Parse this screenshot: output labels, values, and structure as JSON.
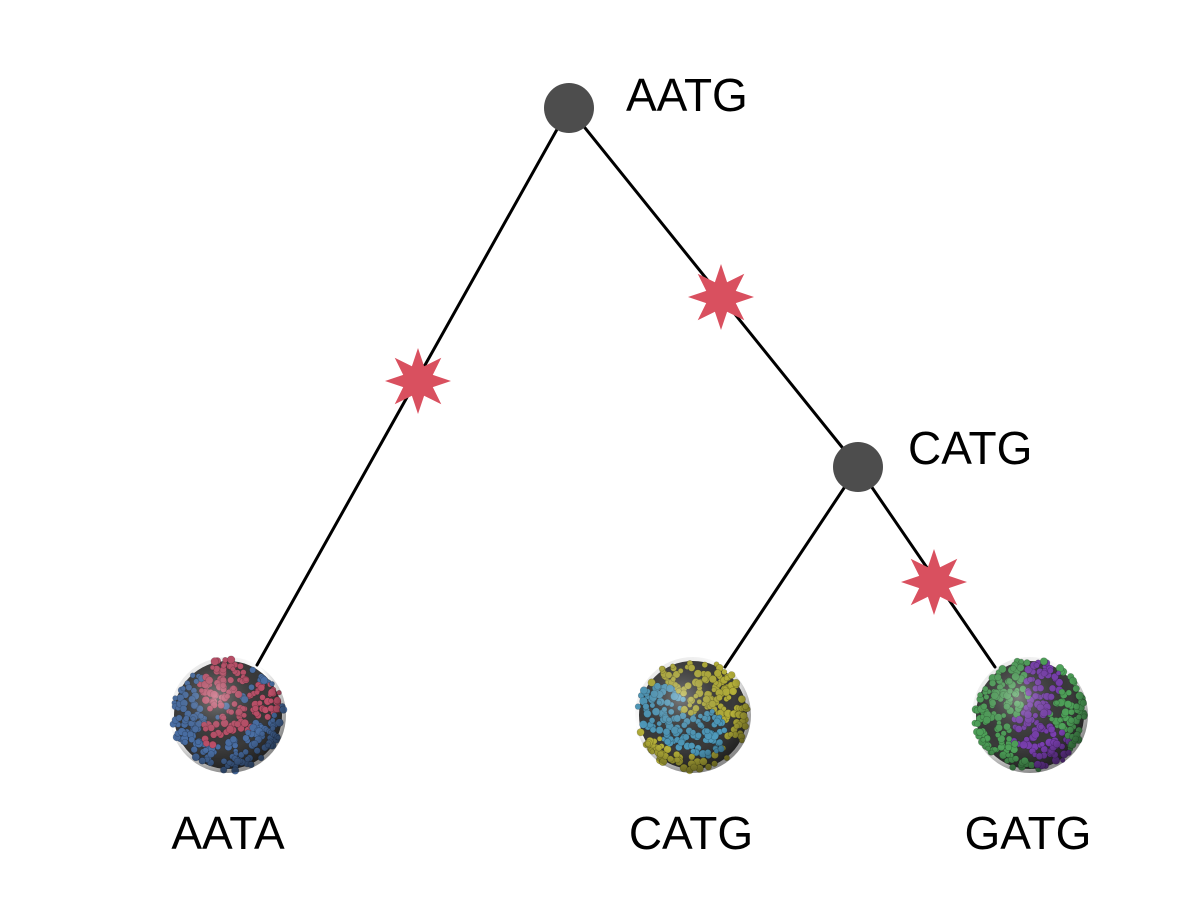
{
  "tree": {
    "root": {
      "label": "AATG",
      "children": [
        {
          "label": "AATA",
          "mutation": true,
          "virus_colors": {
            "base": "#4a6fa5",
            "accent": "#c0506a"
          }
        },
        {
          "label": "CATG",
          "mutation": true,
          "children": [
            {
              "label": "CATG",
              "mutation": false,
              "virus_colors": {
                "base": "#b5b03a",
                "accent": "#4f9bbd"
              }
            },
            {
              "label": "GATG",
              "mutation": true,
              "virus_colors": {
                "base": "#4fa35a",
                "accent": "#7a3fb0"
              }
            }
          ]
        }
      ]
    }
  },
  "colors": {
    "node": "#4d4d4d",
    "edge": "#000000",
    "mutation": "#d9505f"
  }
}
